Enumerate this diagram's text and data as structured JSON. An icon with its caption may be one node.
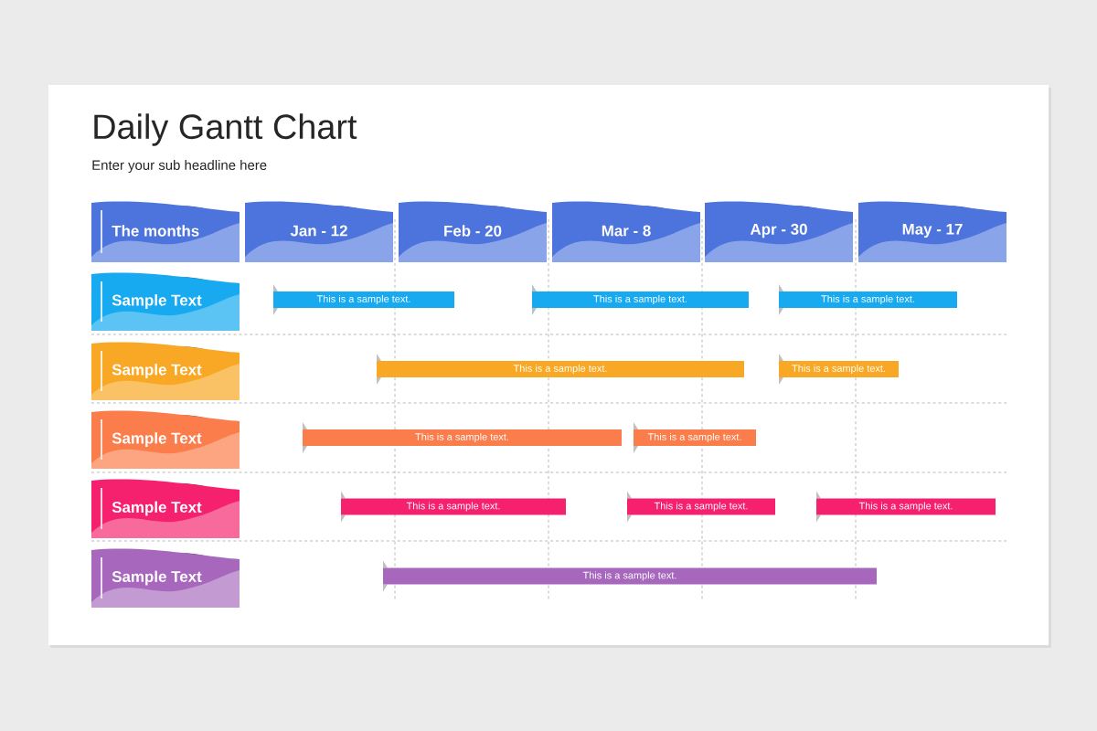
{
  "diagram": {
    "title": "Daily Gantt Chart",
    "nodes": [
      {
        "text": [
          "The months"
        ]
      },
      {
        "text": [
          "Jan - 12"
        ]
      },
      {
        "text": [
          "Feb - 20"
        ]
      },
      {
        "text": [
          "Mar - 8"
        ]
      },
      {
        "text": [
          "Apr - 30"
        ]
      },
      {
        "text": [
          "May - 17"
        ]
      },
      {
        "text": [
          "Sample Text"
        ]
      },
      {
        "text": [
          "This is a sample text."
        ]
      },
      {
        "text": [
          "This is a sample text."
        ]
      },
      {
        "text": [
          "This is a sample text."
        ]
      },
      {
        "text": [
          "Sample Text"
        ]
      },
      {
        "text": [
          "This is a sample text."
        ]
      },
      {
        "text": [
          "This is a sample text."
        ]
      },
      {
        "text": [
          "Sample Text"
        ]
      },
      {
        "text": [
          "This is a sample text."
        ]
      },
      {
        "text": [
          "This is a sample text."
        ]
      },
      {
        "text": [
          "Sample Text"
        ]
      },
      {
        "text": [
          "This is a sample text."
        ]
      },
      {
        "text": [
          "This is a sample text."
        ]
      },
      {
        "text": [
          "This is a sample text."
        ]
      },
      {
        "text": [
          "Sample Text"
        ]
      },
      {
        "text": [
          "This is a sample text."
        ]
      }
    ],
    "labels": [
      "Enter your sub headline here"
    ]
  }
}
